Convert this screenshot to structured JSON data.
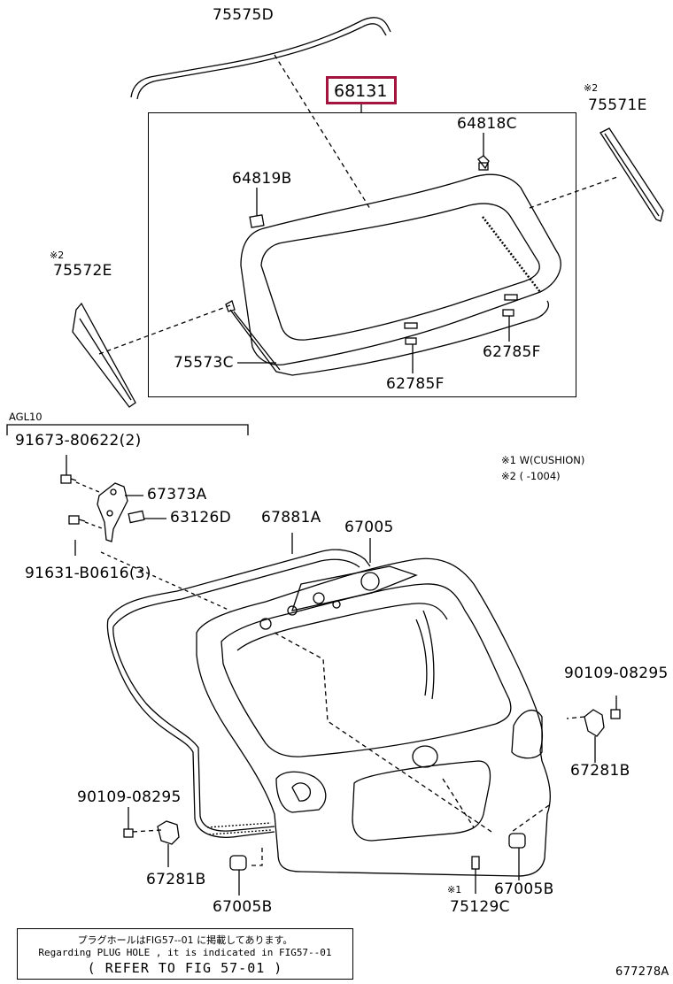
{
  "highlight_part": "68131",
  "parts": {
    "p75575D": "75575D",
    "p75571E": "75571E",
    "p64818C": "64818C",
    "p64819B": "64819B",
    "p75572E": "75572E",
    "p75573C": "75573C",
    "p62785F_a": "62785F",
    "p62785F_b": "62785F",
    "p91673": "91673-80622(2)",
    "p67373A": "67373A",
    "p63126D": "63126D",
    "p91631": "91631-B0616(3)",
    "p67881A": "67881A",
    "p67005": "67005",
    "p90109_r": "90109-08295",
    "p67281B_r": "67281B",
    "p90109_l": "90109-08295",
    "p67281B_l": "67281B",
    "p67005B_l": "67005B",
    "p67005B_r": "67005B",
    "p75129C": "75129C"
  },
  "marks": {
    "m2_75571E": "※2",
    "m2_75572E": "※2",
    "m1_75129C": "※1"
  },
  "section_label": "AGL10",
  "legend": {
    "line1": "※1 W(CUSHION)",
    "line2": "※2 (      -1004)"
  },
  "note": {
    "jp": "プラグホールはFIG57--01 に掲載してあります。",
    "en": "Regarding PLUG HOLE , it is indicated in FIG57--01",
    "refer": "( REFER TO FIG 57-01 )"
  },
  "figure_id": "677278A",
  "colors": {
    "highlight": "#a3153f",
    "line": "#000000"
  }
}
